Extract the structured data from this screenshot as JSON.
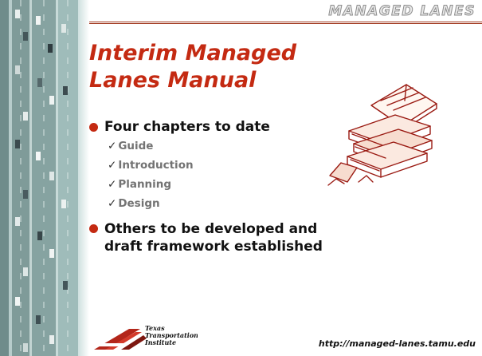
{
  "header": {
    "brand": "MANAGED LANES"
  },
  "title": "Interim Managed Lanes Manual",
  "bullets": [
    {
      "text": "Four chapters to date",
      "subitems": [
        "Guide",
        "Introduction",
        "Planning",
        "Design"
      ]
    },
    {
      "text": "Others to be developed and draft framework established"
    }
  ],
  "footer": {
    "logo_text": [
      "Texas",
      "Transportation",
      "Institute"
    ],
    "url": "http://managed-lanes.tamu.edu"
  },
  "colors": {
    "accent": "#c42a12",
    "brand_text": "#8e8e8e",
    "subitem_text": "#737373"
  },
  "icons": {
    "bullet": "red-dot-icon",
    "check": "checkmark-icon",
    "illustration": "stack-of-books-clipart",
    "photo": "aerial-highway-photo"
  }
}
